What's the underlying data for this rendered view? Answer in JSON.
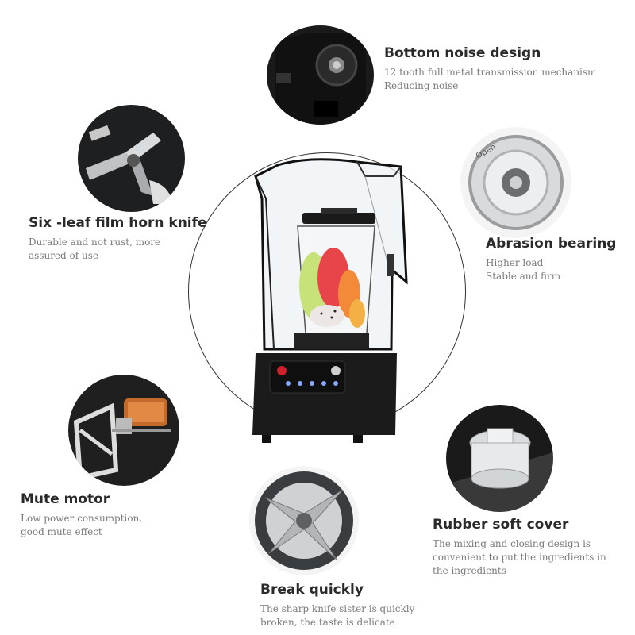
{
  "features": [
    {
      "id": "bottom-noise",
      "title": "Bottom noise design",
      "lines": [
        "12 tooth full metal transmission mechanism",
        "Reducing noise"
      ]
    },
    {
      "id": "knife",
      "title": "Six -leaf film horn knife",
      "lines": [
        "Durable and not rust, more",
        "assured of use"
      ]
    },
    {
      "id": "bearing",
      "title": "Abrasion bearing",
      "lines": [
        "Higher load",
        "Stable and firm"
      ]
    },
    {
      "id": "motor",
      "title": "Mute motor",
      "lines": [
        "Low power consumption,",
        "good mute effect"
      ]
    },
    {
      "id": "cover",
      "title": "Rubber soft cover",
      "lines": [
        "The mixing and closing design is",
        "convenient to put the ingredients in",
        "the ingredients"
      ]
    },
    {
      "id": "break",
      "title": "Break quickly",
      "lines": [
        "The sharp knife sister is quickly",
        "broken, the taste is delicate"
      ]
    }
  ],
  "bearing_label": "Open",
  "colors": {
    "title": "#2a2a2a",
    "desc": "#7a7a7a",
    "blender_base": "#1b1b1b",
    "cover": "#e9edf2",
    "accent_red": "#d0202a"
  }
}
